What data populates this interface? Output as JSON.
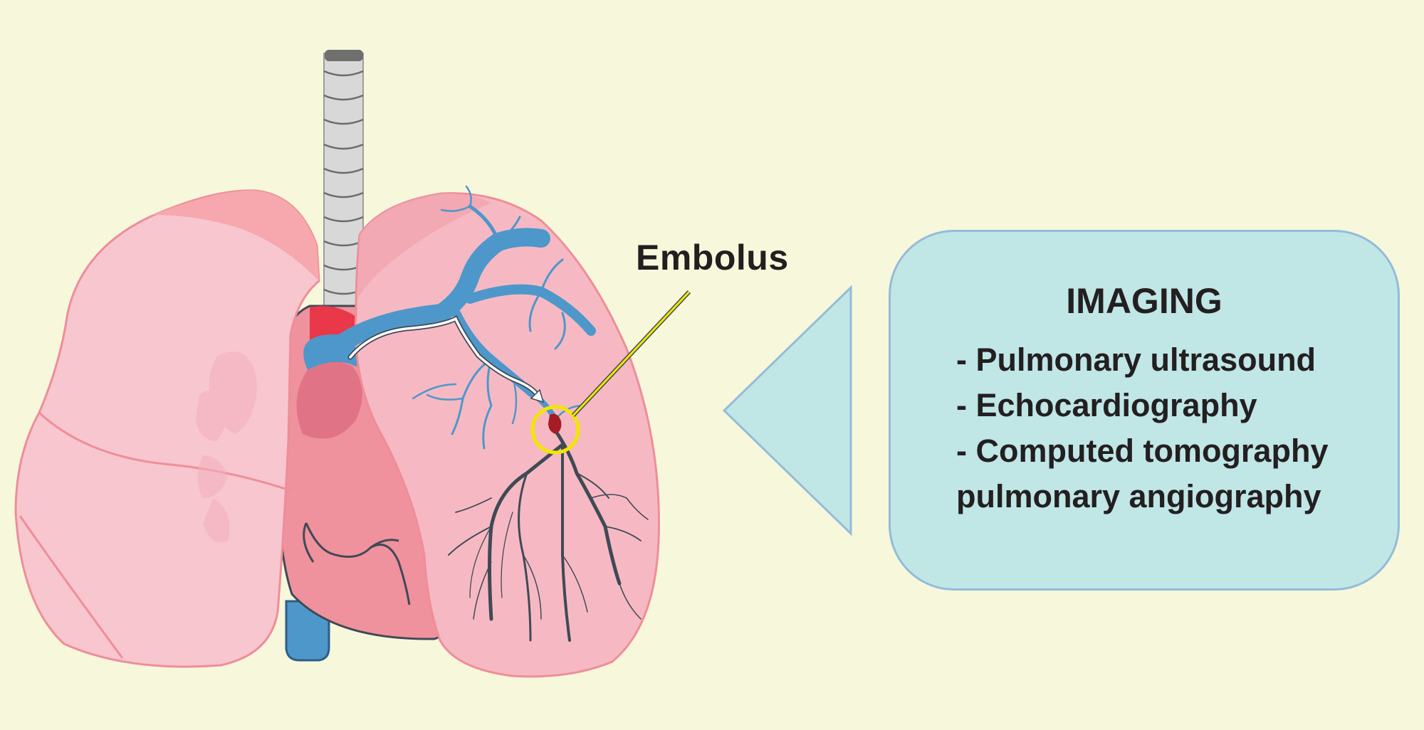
{
  "labels": {
    "embolus": "Embolus"
  },
  "imaging_panel": {
    "title": "IMAGING",
    "items": [
      "- Pulmonary ultrasound",
      "- Echocardiography",
      "- Computed tomography",
      "pulmonary angiography"
    ]
  },
  "colors": {
    "background": "#f7f7dc",
    "lung": "#f6b9c3",
    "lung_outline": "#ee8e98",
    "trachea": "#d8d8d8",
    "heart": "#f0919e",
    "artery": "#4e97ca",
    "vein": "#3f4a55",
    "embolus": "#a61c24",
    "callout_circle": "#f2e600",
    "panel_fill": "#c0e6e6",
    "panel_border": "#94bcd8",
    "text": "#231f20"
  },
  "icons": {
    "pointer": "triangle-pointer-icon"
  }
}
